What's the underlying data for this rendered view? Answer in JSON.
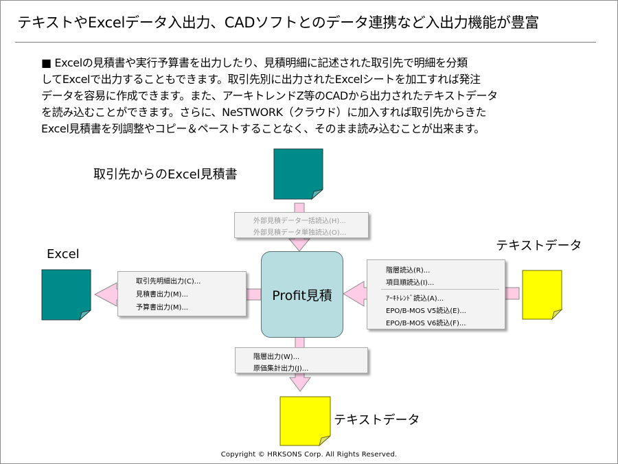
{
  "title": "テキストやExcelデータ入出力、CADソフトとのデータ連携など入出力機能が豊富",
  "description": [
    "■ Excelの見積書や実行予算書を出力したり、見積明細に記述された取引先で明細を分類",
    "してExcelで出力することもできます。取引先別に出力されたExcelシートを加工すれば発注",
    "データを容易に作成できます。また、アーキトレンドZ等のCADから出力されたテキストデータ",
    "を読み込むことができます。さらに、NeSTWORK（クラウド）に加入すれば取引先からきた",
    "Excel見積書を列調整やコピー＆ペーストすることなく、そのまま読み込むことが出来ます。"
  ],
  "center": "Profit見積",
  "labels": {
    "top": "取引先からのExcel見積書",
    "left": "Excel",
    "right": "テキストデータ",
    "bottom": "テキストデータ"
  },
  "menus": {
    "top": [
      "外部見積データ一括読込(H)...",
      "外部見積データ単独読込(O)..."
    ],
    "left": [
      "取引先明細出力(C)...",
      "見積書出力(M)...",
      "予算書出力(M)..."
    ],
    "right": [
      "階層読込(R)...",
      "項目順読込(I)...",
      "ｱｰｷﾄﾚﾝﾄﾞ読込(A)...",
      "EPO/B-MOS V5読込(E)...",
      "EPO/B-MOS V6読込(F)..."
    ],
    "bottom": [
      "階層出力(W)...",
      "原価集計出力(J)..."
    ]
  },
  "colors": {
    "teal_doc": "#008b8b",
    "yellow_doc": "#ffff00",
    "center_fill": "#b7dde0",
    "arrow_fill": "#ffcce6"
  },
  "copyright": "Copyright ©  HRKSONS Corp.   All Rights Reserved."
}
